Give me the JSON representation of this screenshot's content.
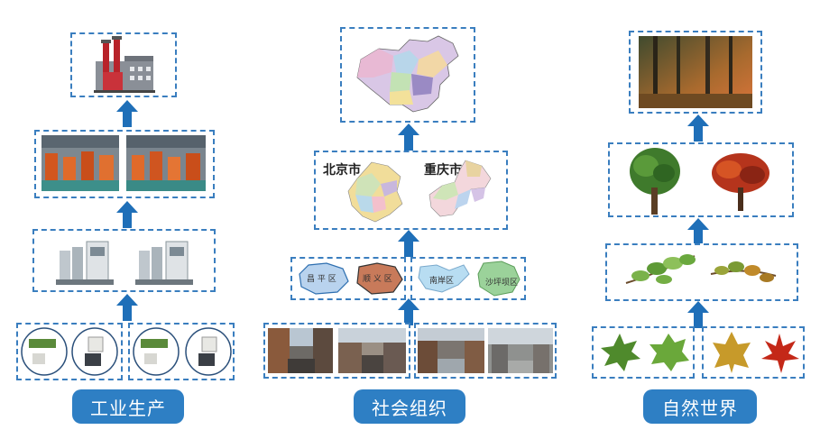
{
  "columns": [
    {
      "label": "工业生产"
    },
    {
      "label": "社会组织"
    },
    {
      "label": "自然世界"
    }
  ],
  "society": {
    "map_titles": [
      "北京市",
      "重庆市"
    ],
    "district_labels": [
      "昌 平 区",
      "顺 义 区",
      "南岸区",
      "沙坪坝区"
    ]
  },
  "colors": {
    "accent": "#2e7fc4",
    "dashed_border": "#3a7ebf",
    "arrow": "#1f6fb8"
  }
}
